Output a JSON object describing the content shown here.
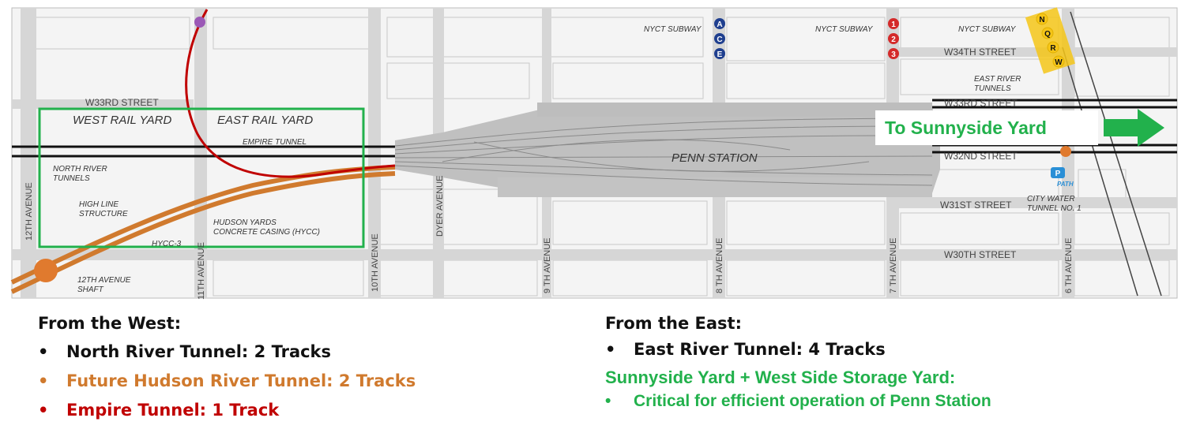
{
  "map": {
    "streets": {
      "w34": "W34TH STREET",
      "w33": "W33RD STREET",
      "w33_east": "W33RD STREET",
      "w32_east": "W32ND STREET",
      "w31": "W31ST STREET",
      "w30": "W30TH STREET",
      "ave12": "12TH AVENUE",
      "ave11": "11TH AVENUE",
      "ave10": "10TH AVENUE",
      "dyer": "DYER AVENUE",
      "ave9": "9 TH AVENUE",
      "ave8": "8 TH AVENUE",
      "ave7": "7 TH AVENUE",
      "ave6": "6 TH AVENUE"
    },
    "labels": {
      "west_yard": "WEST RAIL YARD",
      "east_yard": "EAST RAIL YARD",
      "empire": "EMPIRE TUNNEL",
      "north_river_1": "NORTH RIVER",
      "north_river_2": "TUNNELS",
      "high_line_1": "HIGH LINE",
      "high_line_2": "STRUCTURE",
      "hycc3": "HYCC-3",
      "hycc_1": "HUDSON YARDS",
      "hycc_2": "CONCRETE CASING (HYCC)",
      "shaft_1": "12TH AVENUE",
      "shaft_2": "SHAFT",
      "penn": "PENN STATION",
      "east_river_1": "EAST RIVER",
      "east_river_2": "TUNNELS",
      "city_water_1": "CITY WATER",
      "city_water_2": "TUNNEL NO. 1",
      "subway_ace": "NYCT SUBWAY",
      "subway_123": "NYCT SUBWAY",
      "subway_nqrw": "NYCT SUBWAY",
      "path": "PATH"
    },
    "lines": {
      "ace": [
        "A",
        "C",
        "E"
      ],
      "l123": [
        "1",
        "2",
        "3"
      ],
      "nqrw": [
        "N",
        "Q",
        "R",
        "W"
      ]
    },
    "arrow": "To Sunnyside Yard",
    "colors": {
      "red": "#c00000",
      "orange": "#d07a2e",
      "green": "#22b14c",
      "blue": "#1f3f8f",
      "yellow": "#f5c518"
    }
  },
  "west": {
    "heading": "From the West:",
    "items": [
      {
        "text": "North River Tunnel: 2 Tracks",
        "color": "#111111"
      },
      {
        "text": "Future Hudson River Tunnel: 2 Tracks",
        "color": "#d07a2e"
      },
      {
        "text": "Empire Tunnel: 1 Track",
        "color": "#c00000"
      }
    ]
  },
  "east": {
    "heading": "From the East:",
    "items": [
      {
        "text": "East River Tunnel: 4 Tracks",
        "color": "#111111"
      }
    ],
    "green_heading": "Sunnyside Yard + West Side Storage Yard:",
    "green_items": [
      "Critical for efficient operation of Penn Station"
    ]
  }
}
